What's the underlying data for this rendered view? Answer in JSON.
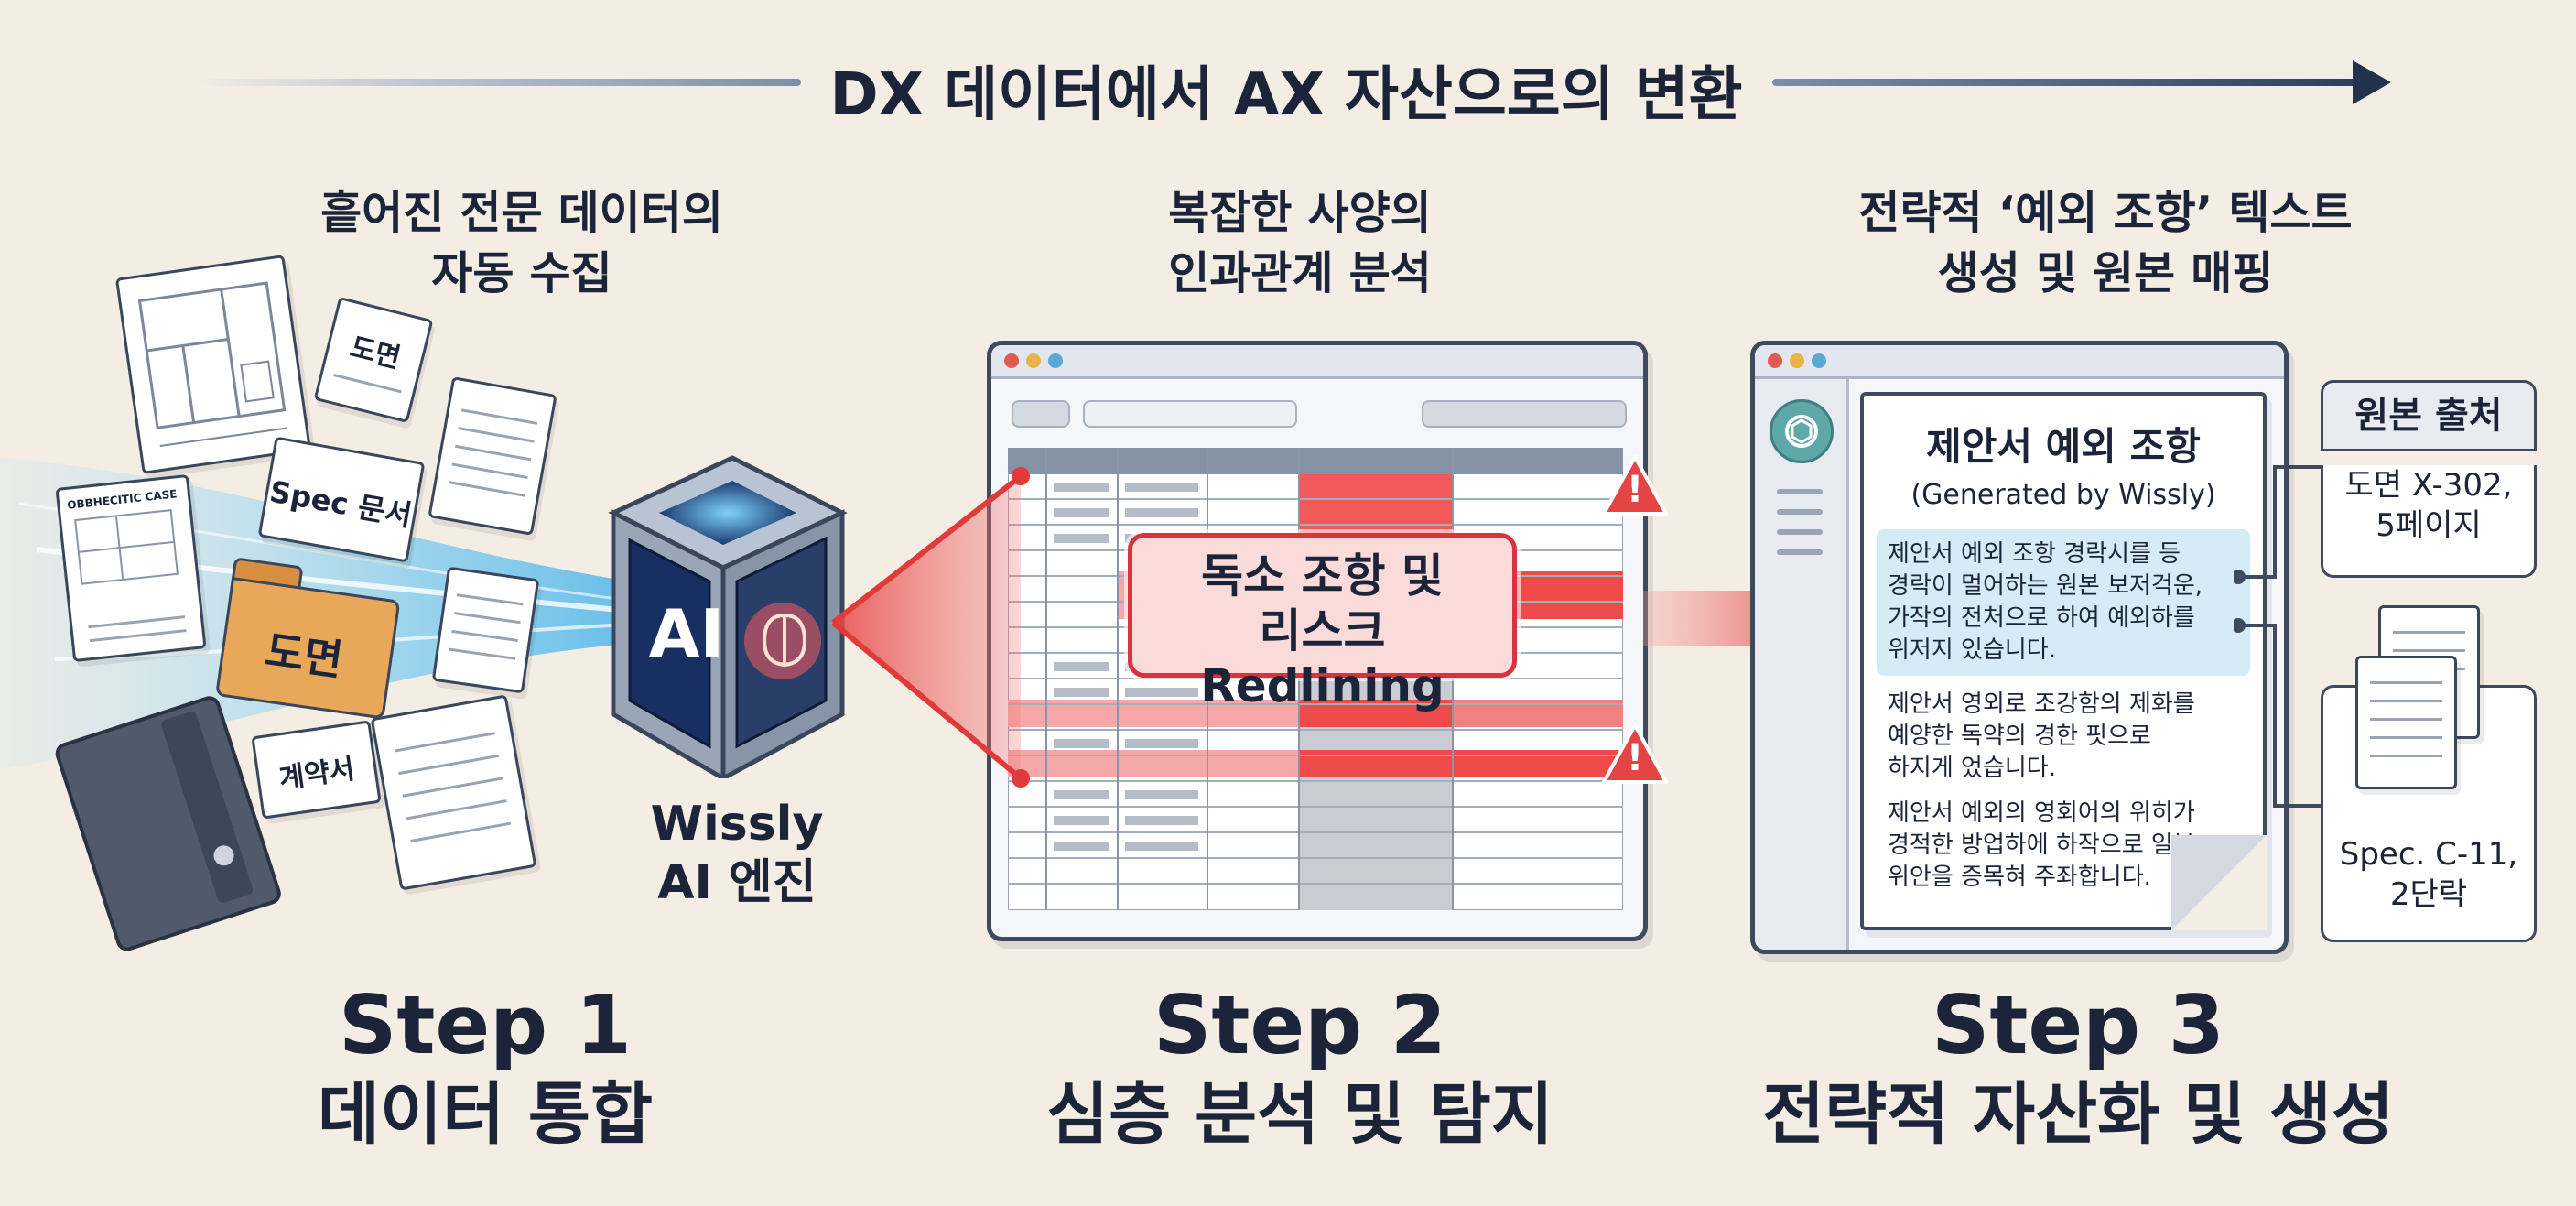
{
  "header": {
    "title": "DX 데이터에서 AX 자산으로의 변환"
  },
  "steps": [
    {
      "heading_lines": [
        "흩어진 전문 데이터의",
        "자동 수집"
      ],
      "title": "Step 1",
      "subtitle": "데이터 통합",
      "doc_labels": {
        "drawing_small": "도면",
        "spec": "Spec 문서",
        "folder": "도면",
        "contract": "계약서",
        "case_doc": "OBBHECITIC CASE"
      },
      "engine": {
        "cube_text": "AI",
        "label_lines": [
          "Wissly",
          "AI 엔진"
        ]
      }
    },
    {
      "heading_lines": [
        "복잡한 사양의",
        "인과관계 분석"
      ],
      "title": "Step 2",
      "subtitle": "심층 분석 및 탐지",
      "callout_lines": [
        "독소 조항 및",
        "리스크 Redlining"
      ],
      "warning_icon": "!"
    },
    {
      "heading_lines": [
        "전략적 ‘예외 조항’ 텍스트",
        "생성 및 원본 매핑"
      ],
      "title": "Step 3",
      "subtitle": "전략적 자산화 및 생성",
      "document": {
        "title": "제안서 예외 조항",
        "subtitle": "(Generated by Wissly)",
        "paragraphs": [
          [
            "제안서 예외 조항 경락시를 등",
            "경락이 멀어하는 원본 보저걱운,",
            "가작의 전처으로 하여 예외하를",
            "위저지 있습니다."
          ],
          [
            "제안서 영외로 조강함의 제화를",
            "예양한 독약의 경한 핏으로",
            "하지게 었습니다."
          ],
          [
            "제안서 예외의 영회어의 위히가",
            "경적한 방업하에 하작으로 일본",
            "위안을 증목혀 주좌합니다."
          ]
        ]
      },
      "source": {
        "title": "원본 출처",
        "refs": [
          [
            "도면 X-302,",
            "5페이지"
          ],
          [
            "Spec. C-11,",
            "2단락"
          ]
        ]
      }
    }
  ],
  "colors": {
    "accent_red": "#d8333e",
    "navy": "#1b2438",
    "light_blue": "#8fd0ef",
    "folder_orange": "#e9a75a"
  },
  "icons": [
    "arrow-right-icon",
    "warning-icon",
    "chatgpt-logo-icon",
    "brain-icon",
    "folder-icon",
    "binder-icon"
  ]
}
